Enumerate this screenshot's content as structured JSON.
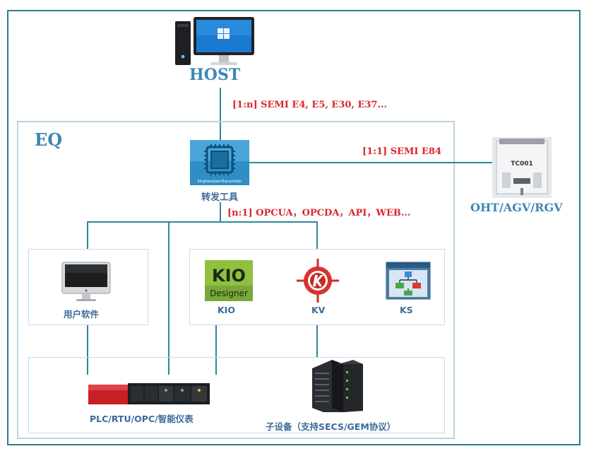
{
  "nodes": {
    "host": "HOST",
    "eq": "EQ",
    "transmitter": "转发工具",
    "transmitter_chip_text": "KingSecsGemTransmitter",
    "oht": "OHT/AGV/RGV",
    "oht_device_text": "TC001",
    "user_software": "用户软件",
    "kio": "KIO",
    "kio_logo_top": "KIO",
    "kio_logo_bottom": "Designer",
    "kv": "KV",
    "ks": "KS",
    "plc": "PLC/RTU/OPC/智能仪表",
    "sub_device": "子设备（支持SECS/GEM协议）"
  },
  "links": {
    "host_to_eq": "[1:n] SEMI E4, E5, E30, E37...",
    "eq_to_oht": "[1:1] SEMI E84",
    "transmitter_to_devices": "[n:1]  OPCUA，OPCDA，API，WEB..."
  },
  "colors": {
    "frame": "#2e7d8c",
    "connector": "#2f8794",
    "eq_border": "#b9d4e2",
    "protocol_text": "#d9262c",
    "title_text": "#3f86b4"
  },
  "icons": {
    "host": "desktop-computer-icon",
    "transmitter": "chip-icon",
    "oht": "overhead-transport-icon",
    "user_software": "monitor-icon",
    "kio": "kio-designer-logo",
    "kv": "kv-crosshair-logo",
    "ks": "ks-app-icon",
    "plc": "plc-rack-icon",
    "sub_device": "server-rack-icon"
  }
}
